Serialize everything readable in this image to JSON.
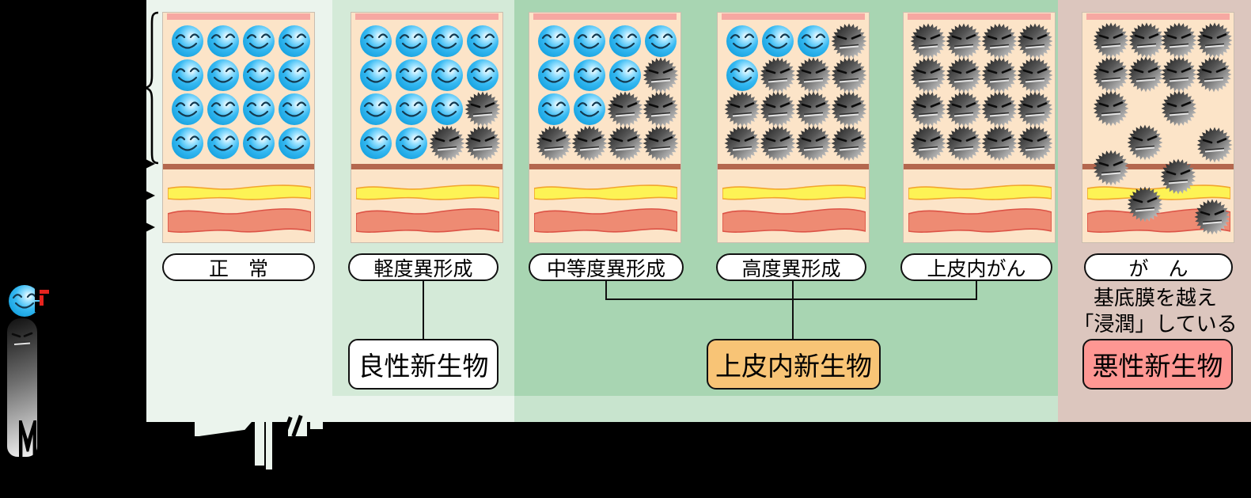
{
  "colors": {
    "bg": "#000000",
    "region_normal": "#ebf4ed",
    "region_mild": "#d4ead8",
    "region_intraepithelial": "#a8d5b2",
    "region_intraepithelial_footer": "#c8e4ce",
    "region_cancer": "#dcc6be",
    "panel_bg": "#fce4c8",
    "panel_top_strip": "#f6a8a2",
    "basement_membrane": "#b4674e",
    "yellow_layer_fill": "#fdf355",
    "yellow_layer_border": "#f2a52e",
    "muscle_layer_fill": "#ee8b73",
    "muscle_layer_border": "#dc5346",
    "normal_cell_blue": "#2cb4f0",
    "atypical_cell_gray": "#8a8a8a",
    "benign_box_fill": "#ffffff",
    "intraepithelial_box_fill": "#f8c476",
    "malignant_box_fill": "#fe9793"
  },
  "stages": [
    {
      "id": "normal",
      "label": "正　常",
      "cell_rows": [
        [
          "n",
          "n",
          "n",
          "n"
        ],
        [
          "n",
          "n",
          "n",
          "n"
        ],
        [
          "n",
          "n",
          "n",
          "n"
        ],
        [
          "n",
          "n",
          "n",
          "n"
        ]
      ]
    },
    {
      "id": "mild-dysplasia",
      "label": "軽度異形成",
      "cell_rows": [
        [
          "n",
          "n",
          "n",
          "n"
        ],
        [
          "n",
          "n",
          "n",
          "n"
        ],
        [
          "n",
          "n",
          "n",
          "g"
        ],
        [
          "n",
          "n",
          "g",
          "g"
        ]
      ]
    },
    {
      "id": "moderate-dysplasia",
      "label": "中等度異形成",
      "cell_rows": [
        [
          "n",
          "n",
          "n",
          "n"
        ],
        [
          "n",
          "n",
          "n",
          "g"
        ],
        [
          "n",
          "n",
          "g",
          "g"
        ],
        [
          "g",
          "g",
          "g",
          "g"
        ]
      ]
    },
    {
      "id": "severe-dysplasia",
      "label": "高度異形成",
      "cell_rows": [
        [
          "n",
          "n",
          "n",
          "g"
        ],
        [
          "n",
          "g",
          "g",
          "g"
        ],
        [
          "g",
          "g",
          "g",
          "g"
        ],
        [
          "g",
          "g",
          "g",
          "g"
        ]
      ]
    },
    {
      "id": "carcinoma-in-situ",
      "label": "上皮内がん",
      "cell_rows": [
        [
          "g",
          "g",
          "g",
          "g"
        ],
        [
          "g",
          "g",
          "g",
          "g"
        ],
        [
          "g",
          "g",
          "g",
          "g"
        ],
        [
          "g",
          "g",
          "g",
          "g"
        ]
      ]
    },
    {
      "id": "cancer",
      "label": "が　ん",
      "note_lines": [
        "基底膜を越え",
        "「浸潤」している"
      ],
      "scatter_cells": [
        [
          36,
          35
        ],
        [
          81,
          35
        ],
        [
          122,
          35
        ],
        [
          167,
          35
        ],
        [
          36,
          78
        ],
        [
          80,
          78
        ],
        [
          122,
          78
        ],
        [
          166,
          78
        ],
        [
          36,
          121
        ],
        [
          122,
          121
        ],
        [
          79,
          164
        ],
        [
          167,
          167
        ],
        [
          36,
          196
        ],
        [
          121,
          207
        ],
        [
          79,
          242
        ],
        [
          164,
          258
        ]
      ]
    }
  ],
  "classifications": [
    {
      "id": "benign",
      "label": "良性新生物"
    },
    {
      "id": "intraepithelial",
      "label": "上皮内新生物"
    },
    {
      "id": "malignant",
      "label": "悪性新生物"
    }
  ],
  "legend": {
    "items": [
      {
        "icon": "normal-cell-icon"
      },
      {
        "icon": "atypical-cell-icon"
      }
    ]
  }
}
